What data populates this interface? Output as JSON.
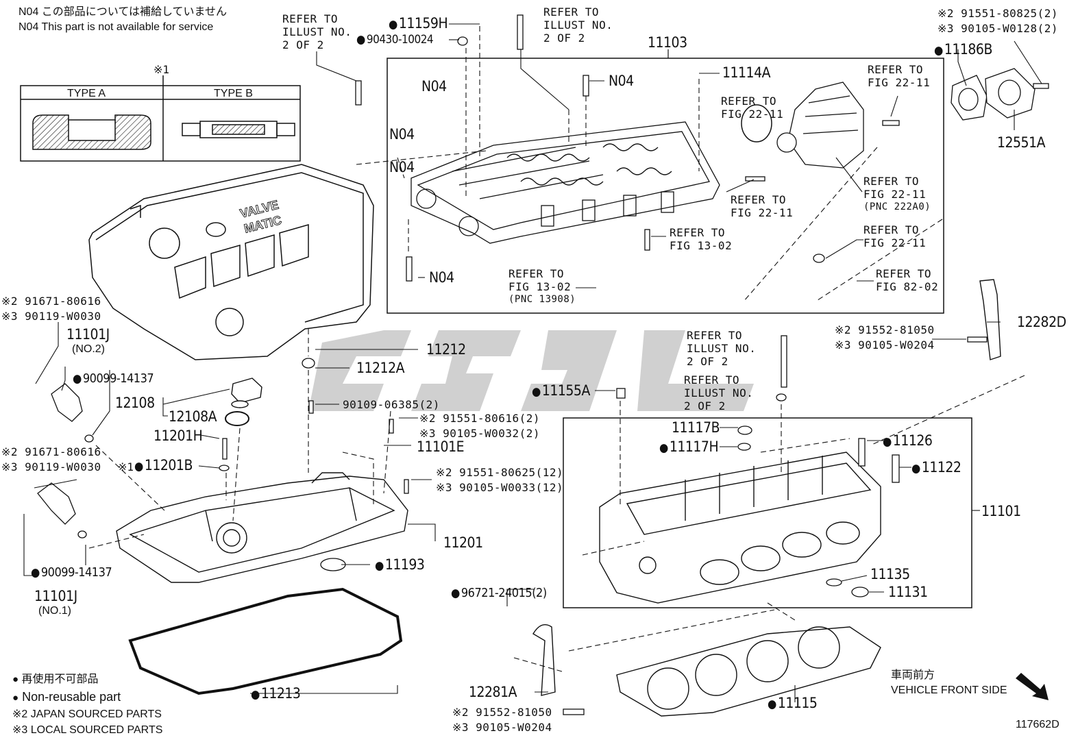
{
  "notes": {
    "n04_jp": "N04 この部品については補給していません",
    "n04_en": "N04 This part is not available for service",
    "legend_jp": "再使用不可部品",
    "legend_en": "Non-reusable part",
    "japan": "※2 JAPAN SOURCED PARTS",
    "local": "※3 LOCAL SOURCED PARTS",
    "front_jp": "車両前方",
    "front_en": "VEHICLE FRONT SIDE",
    "illust_no": "117662D"
  },
  "inset": {
    "marker": "※1",
    "type_a": "TYPE A",
    "type_b": "TYPE B"
  },
  "cover": {
    "line1": "VALVE",
    "line2": "MATIC"
  },
  "labels": {
    "refer_illust_tl": [
      "REFER TO",
      "ILLUST NO.",
      "2 OF 2"
    ],
    "refer_illust_tc": [
      "REFER TO",
      "ILLUST NO.",
      "2 OF 2"
    ],
    "refer_illust_m1": [
      "REFER TO",
      "ILLUST NO.",
      "2 OF 2"
    ],
    "refer_illust_m2": [
      "REFER TO",
      "ILLUST NO.",
      "2 OF 2"
    ],
    "refer_22_11_a": [
      "REFER TO",
      "FIG 22-11"
    ],
    "refer_22_11_b": [
      "REFER TO",
      "FIG 22-11"
    ],
    "refer_22_11_c": [
      "REFER TO",
      "FIG 22-11"
    ],
    "refer_22_11_d": [
      "REFER TO",
      "FIG 22-11",
      "(PNC 222A0)"
    ],
    "refer_22_11_e": [
      "REFER TO",
      "FIG 22-11"
    ],
    "refer_13_02_a": [
      "REFER TO",
      "FIG 13-02"
    ],
    "refer_13_02_b": [
      "REFER TO",
      "FIG 13-02",
      "(PNC 13908)"
    ],
    "refer_82_02": [
      "REFER TO",
      "FIG 82-02"
    ]
  },
  "parts": {
    "p11159H": "11159H",
    "p90430": "90430-10024",
    "p11103": "11103",
    "p11114A": "11114A",
    "n04_a": "N04",
    "n04_b": "N04",
    "n04_c": "N04",
    "n04_d": "N04",
    "n04_e": "N04",
    "p11186B": "11186B",
    "p12551A": "12551A",
    "k2_91551_80825": "※2 91551-80825(2)",
    "k3_90105_W0128": "※3 90105-W0128(2)",
    "k2_91671_a": "※2 91671-80616",
    "k3_90119_a": "※3 90119-W0030",
    "p11101J_2": "11101J",
    "p11101J_2_sub": "(NO.2)",
    "p90099_a": "90099-14137",
    "p12108": "12108",
    "p12108A": "12108A",
    "p11201H": "11201H",
    "p11201B": "11201B",
    "k1": "※1",
    "k2_91671_b": "※2 91671-80616",
    "k3_90119_b": "※3 90119-W0030",
    "p90099_b": "90099-14137",
    "p11101J_1": "11101J",
    "p11101J_1_sub": "(NO.1)",
    "p11212": "11212",
    "p11212A": "11212A",
    "p90109": "90109-06385(2)",
    "k2_91551_80616": "※2 91551-80616(2)",
    "k3_90105_W0032": "※3 90105-W0032(2)",
    "p11101E": "11101E",
    "k2_91551_80625": "※2 91551-80625(12)",
    "k3_90105_W0033": "※3 90105-W0033(12)",
    "p11201": "11201",
    "p11193": "11193",
    "p11213": "11213",
    "p11155A": "11155A",
    "p11117B": "11117B",
    "p11117H": "11117H",
    "p11126": "11126",
    "p11122": "11122",
    "p11101": "11101",
    "p11135": "11135",
    "p11131": "11131",
    "p96721": "96721-24015(2)",
    "p11115": "11115",
    "p12281A": "12281A",
    "k2_91552_b": "※2 91552-81050",
    "k3_90105_W0204_b": "※3 90105-W0204",
    "k2_91552_a": "※2 91552-81050",
    "k3_90105_W0204_a": "※3 90105-W0204",
    "p12282D": "12282D"
  }
}
